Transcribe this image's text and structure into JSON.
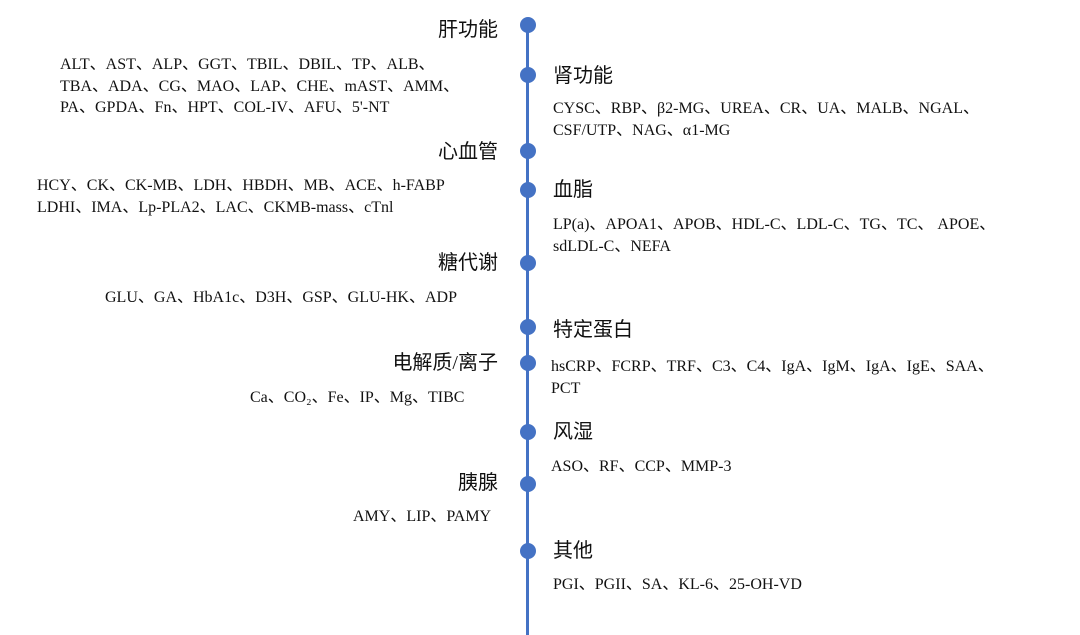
{
  "accent_color": "#4472C4",
  "categories": [
    {
      "title": "肝功能",
      "side": "left",
      "lines": [
        "ALT、AST、ALP、GGT、TBIL、DBIL、TP、ALB、",
        "TBA、ADA、CG、MAO、LAP、CHE、mAST、AMM、",
        "PA、GPDA、Fn、HPT、COL-IV、AFU、5'-NT"
      ]
    },
    {
      "title": "肾功能",
      "side": "right",
      "lines": [
        "CYSC、RBP、β2-MG、UREA、CR、UA、MALB、NGAL、",
        "CSF/UTP、NAG、α1-MG"
      ]
    },
    {
      "title": "心血管",
      "side": "left",
      "lines": [
        "HCY、CK、CK-MB、LDH、HBDH、MB、ACE、h-FABP",
        "LDHI、IMA、Lp-PLA2、LAC、CKMB-mass、cTnl"
      ]
    },
    {
      "title": "血脂",
      "side": "right",
      "lines": [
        "LP(a)、APOA1、APOB、HDL-C、LDL-C、TG、TC、 APOE、",
        "sdLDL-C、NEFA"
      ]
    },
    {
      "title": "糖代谢",
      "side": "left",
      "lines": [
        "GLU、GA、HbA1c、D3H、GSP、GLU-HK、ADP"
      ]
    },
    {
      "title": "特定蛋白",
      "side": "right",
      "lines": [
        "hsCRP、FCRP、TRF、C3、C4、IgA、IgM、IgA、IgE、SAA、",
        "PCT"
      ]
    },
    {
      "title": "电解质/离子",
      "side": "left",
      "lines": [
        "Ca、CO₂、Fe、IP、Mg、TIBC"
      ]
    },
    {
      "title": "风湿",
      "side": "right",
      "lines": [
        "ASO、RF、CCP、MMP-3"
      ]
    },
    {
      "title": "胰腺",
      "side": "left",
      "lines": [
        "AMY、LIP、PAMY"
      ]
    },
    {
      "title": "其他",
      "side": "right",
      "lines": [
        "PGI、PGII、SA、KL-6、25-OH-VD"
      ]
    }
  ]
}
